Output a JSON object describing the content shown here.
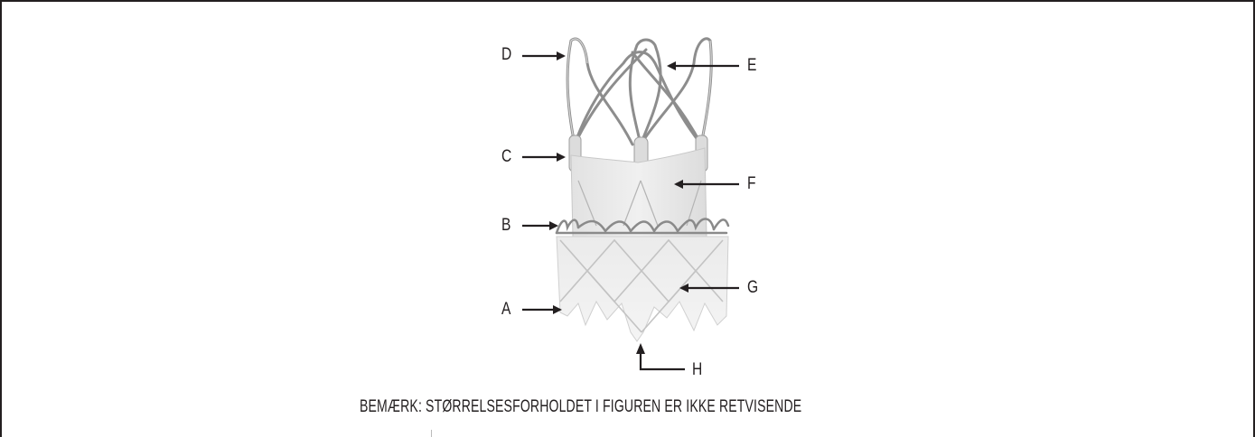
{
  "figure": {
    "labels": {
      "a": "A",
      "b": "B",
      "c": "C",
      "d": "D",
      "e": "E",
      "f": "F",
      "g": "G",
      "h": "H"
    },
    "note": "BEMÆRK: STØRRELSESFORHOLDET I FIGUREN ER IKKE RETVISENDE"
  },
  "colors": {
    "text": "#231f20",
    "frame": "#231f20",
    "valve_tissue": "#e7e7e7",
    "valve_frame": "#9a9a9a"
  }
}
